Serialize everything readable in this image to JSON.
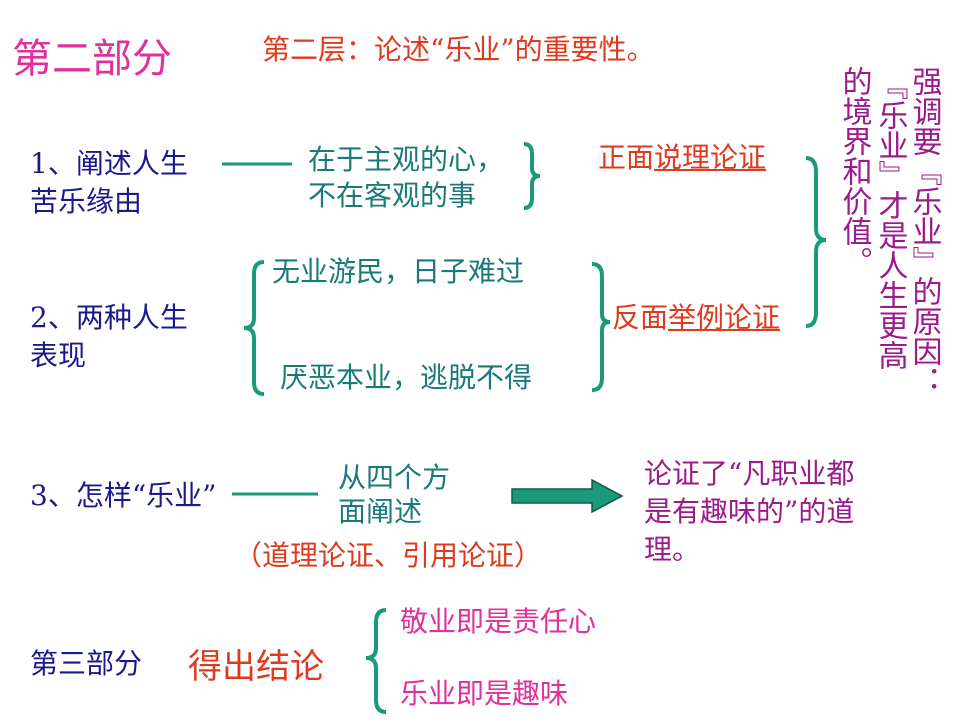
{
  "section2": {
    "title": "第二部分",
    "layer_title": "第二层：论述“乐业”的重要性。",
    "item1": {
      "line1": "1、阐述人生",
      "line2": "苦乐缘由",
      "detail_line1": "在于主观的心，",
      "detail_line2": "不在客观的事",
      "method_prefix": "正面",
      "method_main": "说理论证"
    },
    "item2": {
      "line1": "2、两种人生",
      "line2": "表现",
      "case1": "无业游民，日子难过",
      "case2": "厌恶本业，逃脱不得",
      "method_prefix": "反面",
      "method_main": "举例论证"
    },
    "item3": {
      "label": "3、怎样“乐业”",
      "detail_line1": "从四个方",
      "detail_line2": "面阐述",
      "methods": "（道理论证、引用论证）",
      "conclusion_line1": "论证了“凡职业都",
      "conclusion_line2": "是有趣味的”的道",
      "conclusion_line3": "理。"
    },
    "side_note": {
      "col1": "强调要『乐业』的原因：",
      "col2": "『乐业』才是人生更高",
      "col3": "的境界和价值。"
    }
  },
  "section3": {
    "title": "第三部分",
    "subtitle": "得出结论",
    "point1": "敬业即是责任心",
    "point2": "乐业即是趣味"
  },
  "colors": {
    "title_magenta": "#e0309a",
    "accent_red": "#e03a1e",
    "navy": "#1a1a8c",
    "teal": "#1a7a7a",
    "purple": "#9b1a8c",
    "connector_green": "#1a9a7a"
  }
}
